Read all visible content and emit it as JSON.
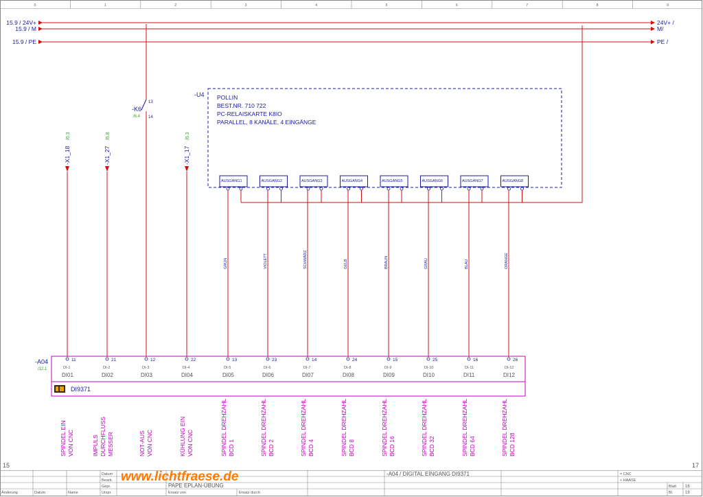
{
  "columns": [
    "0",
    "1",
    "2",
    "3",
    "4",
    "5",
    "6",
    "7",
    "8",
    "9"
  ],
  "page": {
    "left_marker": "15",
    "right_marker": "17"
  },
  "rails": [
    {
      "ref": "15.9",
      "label": "24V+",
      "right": "24V+ /"
    },
    {
      "ref": "15.9",
      "label": "M",
      "right": "M/"
    },
    {
      "ref": "15.9",
      "label": "PE",
      "right": "PE /"
    }
  ],
  "k6": {
    "name": "-K6",
    "ref": "/6.4",
    "pin_top": "13",
    "pin_bottom": "14"
  },
  "terminals": [
    {
      "name": "-X1_18",
      "ref": "/6.3"
    },
    {
      "name": "-X1_27",
      "ref": "/6.8"
    },
    {
      "name": "-X1_17",
      "ref": "/6.3"
    }
  ],
  "u4": {
    "tag": "-U4",
    "lines": [
      "POLLIN",
      "BEST.NR. 710 722",
      "PC-RELAISKARTE K8IO",
      "PARALLEL, 8 KANÄLE, 4 EINGÄNGE"
    ],
    "outputs": [
      "AUSGANG1",
      "AUSGANG2",
      "AUSGANG3",
      "AUSGANG4",
      "AUSGANG5",
      "AUSGANG6",
      "AUSGANG7",
      "AUSGANG8"
    ]
  },
  "wire_colors": [
    "GRÜN",
    "VIOLETT",
    "SCHWARZ",
    "GELB",
    "BRAUN",
    "GRAU",
    "BLAU",
    "ORANGE"
  ],
  "a04": {
    "tag": "-A04",
    "ref": "/12.1",
    "module": "DI9371",
    "inputs": [
      {
        "pin": "11",
        "di": "DI-1",
        "name": "DI01"
      },
      {
        "pin": "21",
        "di": "DI-2",
        "name": "DI02"
      },
      {
        "pin": "12",
        "di": "DI-3",
        "name": "DI03"
      },
      {
        "pin": "22",
        "di": "DI-4",
        "name": "DI04"
      },
      {
        "pin": "13",
        "di": "DI-5",
        "name": "DI05"
      },
      {
        "pin": "23",
        "di": "DI-6",
        "name": "DI06"
      },
      {
        "pin": "14",
        "di": "DI-7",
        "name": "DI07"
      },
      {
        "pin": "24",
        "di": "DI-8",
        "name": "DI08"
      },
      {
        "pin": "15",
        "di": "DI-9",
        "name": "DI09"
      },
      {
        "pin": "25",
        "di": "DI-10",
        "name": "DI10"
      },
      {
        "pin": "16",
        "di": "DI-11",
        "name": "DI11"
      },
      {
        "pin": "26",
        "di": "DI-12",
        "name": "DI12"
      }
    ]
  },
  "descriptions": [
    [
      "SPINDEL EIN",
      "VON CNC"
    ],
    [
      "IMPULS",
      "DURCHFLUSS",
      "MESSER"
    ],
    [
      "NOT-AUS",
      "VON CNC"
    ],
    [
      "KÜHLUNG EIN",
      "VON CNC"
    ],
    [
      "SPINDEL DREHZAHL",
      "BCD 1"
    ],
    [
      "SPINDEL DREHZAHL",
      "BCD 2"
    ],
    [
      "SPINDEL DREHZAHL",
      "BCD 4"
    ],
    [
      "SPINDEL DREHZAHL",
      "BCD 8"
    ],
    [
      "SPINDEL DREHZAHL",
      "BCD 16"
    ],
    [
      "SPINDEL DREHZAHL",
      "BCD 32"
    ],
    [
      "SPINDEL DREHZAHL",
      "BCD 64"
    ],
    [
      "SPINDEL DREHZAHL",
      "BCD 128"
    ]
  ],
  "title_block": {
    "watermark": "www.lichtfraese.de",
    "project": "PAPE EPLAN-ÜBUNG",
    "title": "-A04 / DIGITAL EINGANG DI9371",
    "location1": "= CNC",
    "location2": "+ HAASE",
    "sheet_label": "Blatt",
    "sheet_no": "16",
    "sheets_label": "Bl.",
    "sheets_total": "19",
    "labels": {
      "datum": "Datum",
      "bearb": "Bearb.",
      "gepr": "Gepr.",
      "urspr": "Urspr.",
      "ersatz_von": "Ersatz von",
      "ersatz_durch": "Ersatz durch",
      "aenderung": "Änderung",
      "datum2": "Datum",
      "name": "Name"
    }
  },
  "colors": {
    "wire": "#d01010",
    "frame": "#c000c0",
    "text_blue": "#1a1aa0",
    "u4_dash": "#1a1aa0",
    "watermark": "#ff7a00"
  }
}
